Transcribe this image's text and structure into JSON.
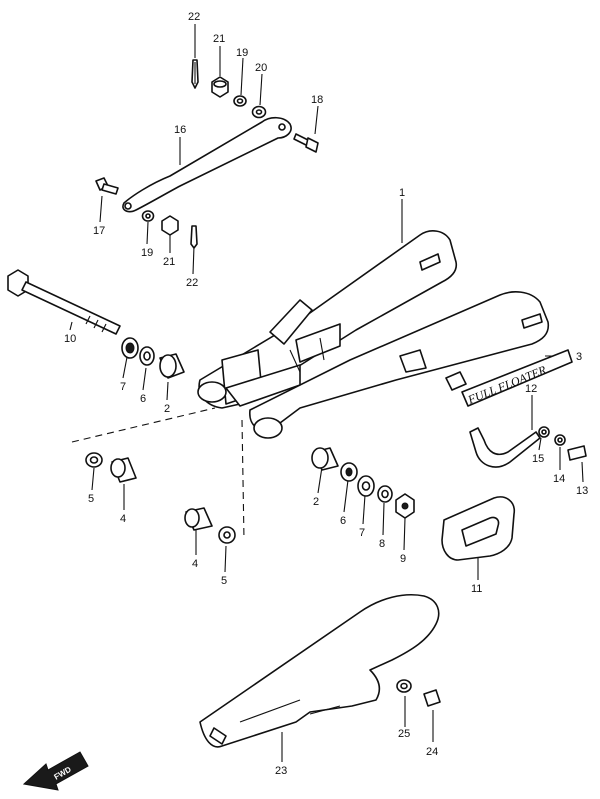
{
  "diagram": {
    "labels": {
      "l1": "1",
      "l2a": "2",
      "l2b": "2",
      "l3": "3",
      "l4a": "4",
      "l4b": "4",
      "l5a": "5",
      "l5b": "5",
      "l6a": "6",
      "l6b": "6",
      "l7a": "7",
      "l7b": "7",
      "l8": "8",
      "l9": "9",
      "l10": "10",
      "l11": "11",
      "l12": "12",
      "l13": "13",
      "l14": "14",
      "l15": "15",
      "l16": "16",
      "l17": "17",
      "l18": "18",
      "l19a": "19",
      "l19b": "19",
      "l20": "20",
      "l21a": "21",
      "l21b": "21",
      "l22a": "22",
      "l22b": "22",
      "l23": "23",
      "l24": "24",
      "l25": "25"
    },
    "decal_text": "FULL FLOATER",
    "fwd_text": "FWD"
  }
}
